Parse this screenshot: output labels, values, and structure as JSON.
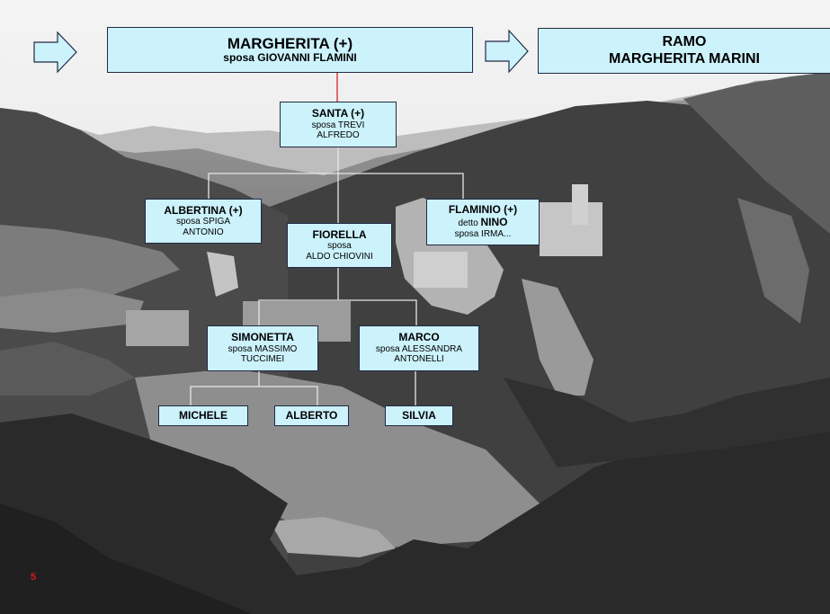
{
  "colors": {
    "box_fill": "#ccf2fc",
    "box_border": "#1f2a44",
    "root_connector": "#d84040",
    "connector": "#e6e6e6",
    "page_number": "#e01818"
  },
  "header": {
    "root": {
      "name": "MARGHERITA  (+)",
      "sub_prefix": "sposa",
      "sub_name": "GIOVANNI  FLAMINI"
    },
    "branch": {
      "line1": "RAMO",
      "line2": "MARGHERITA  MARINI"
    }
  },
  "nodes": {
    "santa": {
      "name": "SANTA (+)",
      "line1": "sposa TREVI",
      "line2": "ALFREDO"
    },
    "albertina": {
      "name": "ALBERTINA (+)",
      "line1": "sposa SPIGA",
      "line2": "ANTONIO"
    },
    "fiorella": {
      "name": "FIORELLA",
      "line1": "sposa",
      "line2": "ALDO CHIOVINI"
    },
    "flaminio": {
      "name": "FLAMINIO (+)",
      "line1_prefix": "detto",
      "line1_name": "NINO",
      "line2": "sposa IRMA..."
    },
    "simonetta": {
      "name": "SIMONETTA",
      "line1": "sposa MASSIMO",
      "line2": "TUCCIMEI"
    },
    "marco": {
      "name": "MARCO",
      "line1": "sposa  ALESSANDRA",
      "line2": "ANTONELLI"
    },
    "michele": {
      "name": "MICHELE"
    },
    "alberto": {
      "name": "ALBERTO"
    },
    "silvia": {
      "name": "SILVIA"
    }
  },
  "page_number": "5"
}
